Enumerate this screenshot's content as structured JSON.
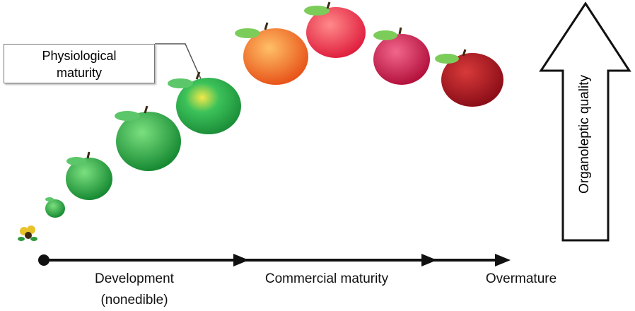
{
  "callout": {
    "line1": "Physiological",
    "line2": "maturity"
  },
  "timeline": {
    "development": {
      "line1": "Development",
      "line2": "(nonedible)"
    },
    "commercial": "Commercial maturity",
    "overmature": "Overmature"
  },
  "quality_axis": "Organoleptic quality",
  "colors": {
    "green": "#2fa84a",
    "orange": "#f06a1c",
    "red": "#e3284a",
    "dark_red": "#a3121c",
    "arrow": "#111111"
  }
}
